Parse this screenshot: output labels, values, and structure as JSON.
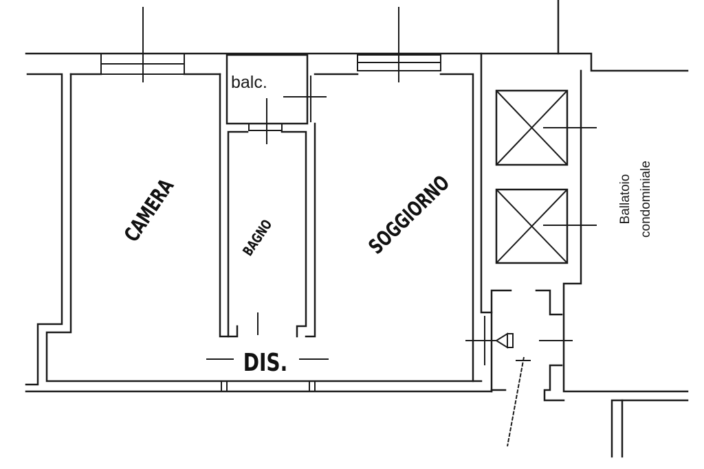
{
  "rooms": {
    "balcony": "balc.",
    "bedroom": "CAMERA",
    "bathroom": "BAGNO",
    "living": "SOGGIORNO",
    "hallway": "DIS."
  },
  "common_area": {
    "line1": "Ballatoio",
    "line2": "condominiale"
  },
  "colors": {
    "line": "#1a1a1a",
    "background": "#ffffff"
  }
}
